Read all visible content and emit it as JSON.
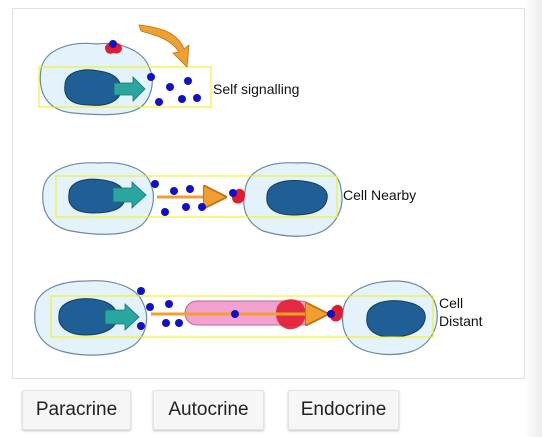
{
  "diagram": {
    "labels": {
      "self": "Self signalling",
      "nearby": "Cell Nearby",
      "distant_line1": "Cell",
      "distant_line2": "Distant"
    }
  },
  "choices": [
    {
      "label": "Paracrine"
    },
    {
      "label": "Autocrine"
    },
    {
      "label": "Endocrine"
    }
  ],
  "colors": {
    "cell_fill": "#e4f2fb",
    "nucleus": "#1f5f96",
    "arrow_teal": "#2aa6a0",
    "molecule": "#1010c8",
    "receptor": "#e11d2d",
    "orange_arrow": "#f0a030",
    "vessel": "#f3a1cf",
    "highlight_box": "#f2f200"
  }
}
